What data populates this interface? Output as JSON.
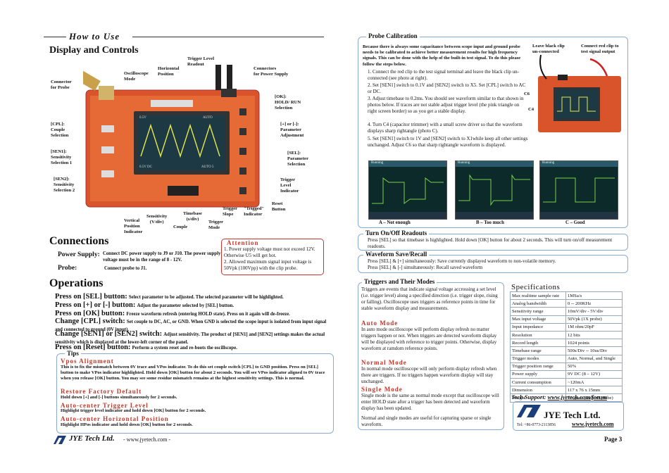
{
  "left": {
    "section_title": "How to Use",
    "display_controls_title": "Display and Controls",
    "labels": {
      "trigger_level_readout": "Trigger Level\nReadout",
      "horizontal_position": "Horizontal\nPosition",
      "oscilloscope_mode": "Oscilloscope\nMode",
      "connectors_power": "Connectors\nfor Power Supply",
      "connector_probe": "Connector\nfor Probe",
      "ok": "[OK]:\nHOLD/ RUN\nSelection",
      "cpl": "[CPL]:\nCouple\nSelection",
      "plus_minus": "[+] or [-]:\nParameter\nAdjustment",
      "sen1": "[SEN1]:\nSensitivity\nSelection 1",
      "sel": "[SEL]:\nParameter\nSelection",
      "sen2": "[SEN2]:\nSensitivity\nSelection 2",
      "trigger_level_indicator": "Trigger\nLevel\nIndicator",
      "reset": "Reset\nButton",
      "trigger_slope": "Trigger\nSlope",
      "trigged_indicator": "\"Trigged\"\nIndicator",
      "timebase": "Timebase\n(s/div)",
      "trigger_mode": "Trigger\nMode",
      "sensitivity": "Sensitivity\n(V/div)",
      "couple": "Couple",
      "vertical_position": "Vertical\nPosition\nIndicator"
    },
    "screen": {
      "top_left": "0.5V",
      "top_right": "AUTO",
      "bottom_left": "0.5V DC",
      "bottom_right": "AUTO 5"
    },
    "connections_title": "Connections",
    "power_supply_key": "Power Supply:",
    "power_supply_val": "Connect DC power supply to J9 or J10. The power supply voltage must be in the range of 8 - 12V.",
    "probe_key": "Probe:",
    "probe_val": "Connect probe to J1.",
    "attention_title": "Attention",
    "attention_items": [
      "1. Power supply voltage must not exceed 12V. Otherwise U5 will get hot.",
      "2. Allowed maximum signal input voltage is 50Vpk (100Vpp) with the clip probe."
    ],
    "operations_title": "Operations",
    "operations": [
      {
        "k": "Press on [SEL] button:",
        "v": "Select parameter to be adjusted. The selected parameter will be highlighted."
      },
      {
        "k": "Press on [+] or [-] button:",
        "v": "Adjust the parameter selected by [SEL] button."
      },
      {
        "k": "Press on [OK] button:",
        "v": "Freeze waveform refresh (entering HOLD state). Press on it again will de-freeze."
      },
      {
        "k": "Change [CPL] switch:",
        "v": "Set couple to DC, AC, or GND. When GND is selected the scope input is isolated from input signal and connected to ground (0V input)."
      },
      {
        "k": "Change [SEN1] or [SEN2] switch:",
        "v": "Adjust sensitivity. The product of [SEN1] and [SEN2] settings makes the actual sensitivity which is displayed at the lower-left corner of the panel."
      },
      {
        "k": "Press on [Reset] button:",
        "v": "Perform a system reset and re-boots the oscillscope."
      }
    ],
    "tips_title": "Tips",
    "tips": [
      {
        "title": "Vpos Alignment",
        "body": "This is to fix the mismatch between 0V trace and VPos indicator. To do this set couple switch [CPL] to GND position. Press on [SEL] button to make VPos indicator highlighted. Hold down [OK] button for about 2 seconds. You will see VPos indicator aligned to 0V trace when you release [OK] button. You may see some residue mismatch remains at the highest sensitivity settings. This is normal."
      },
      {
        "title": "Restore Factory Default",
        "body": "Hold down [+] and [-] buttons simultaneously for 2 seconds."
      },
      {
        "title": "Auto-center Trigger Level",
        "body": "Highlight trigger level indicator and hold down [OK] button for 2 seconds."
      },
      {
        "title": "Auto-center Horizontal Position",
        "body": "Highlight HPos indicator and hold down [OK] button for 2 seconds."
      }
    ],
    "footer_brand": "JYE Tech Ltd.",
    "footer_url": "- www.jyetech.com -"
  },
  "right": {
    "probe_cal_title": "Probe Calibration",
    "probe_cal_intro": "Because there is always some capacitance between scope input and ground probe needs to be calibrated to achieve better measurement results for high frequency signals. This can be done with the help of the built-in test signal. To do this please follow the steps below.",
    "probe_steps": [
      "1. Connect the red clip to the test signal terminal and leave the black clip un-connected (see photo at right).",
      "2. Set [SEN1] switch to 0.1V and [SEN2] switch to X5. Set [CPL] switch to AC or DC.",
      "3. Adjust timebase to 0.2ms. You should see waveform similar to that shown in photos below. If traces are not stable adjust trigger level (the pink triangle on right screen border) so as you get a stable display.",
      "4. Turn C4 (capacitor trimmer) with a small screw driver so that the waveform displays sharp rightangle (photo C).",
      "5. Set [SEN1] switch to 1V and [SEN2] switch to X1while keep all other settings unchanged. Adjust C6 so that sharp rightangle waveform is displayed."
    ],
    "photo_labels": {
      "black_clip": "Leave black clip\nun-connected",
      "red_clip": "Connect red clip to\ntest signal output",
      "c6": "C6",
      "c4": "C4"
    },
    "waveform_captions": [
      "A – Not enough",
      "B – Too much",
      "C – Good"
    ],
    "waveform_header": "Running",
    "onoff_title": "Turn On/Off Readouts",
    "onoff_text": "Press [SEL] so that timebase is highlighted. Hold down [OK] button for about 2 seconds. This will turn on/off measurement readouts.",
    "save_title": "Waveform Save/Recall",
    "save_text": "Press [SEL] & [+] simultaneously: Save currently displayed waveform to non-volatile memory.\nPress [SEL] & [-] simultaneously: Recall saved waveform",
    "triggers_title": "Triggers and Their Modes",
    "triggers_intro": "Triggers are events that indicate signal voltage accrossing a set level (i.e. trigger level) along a specified direction (i.e. trigger slope, rising or falling). Oscilloscope uses triggers as reference points in time for stable waveform display and measurements.",
    "modes": [
      {
        "title": "Auto Mode",
        "body": "In auto mode oscilloscope will perform display refresh no matter triggers happen or not. When triggers are detected waveform display will be displayed with reference to trigger points. Otherwise, display waveform at ramdom reference points."
      },
      {
        "title": "Normal Mode",
        "body": "In normal mode oscilloscope will only perform display refresh when there are triggers. If no triggers happen waveform display will stay unchanged."
      },
      {
        "title": "Single Mode",
        "body": "Single mode is the same as normal mode except that oscilloscope will enter HOLD state after a trigger has been detected and waveform display has been updated."
      }
    ],
    "modes_note": "Normal and single modes are useful for capturing sparse or single waveform.",
    "specs_title": "Specifications",
    "specs": [
      [
        "Max realtime sample rate",
        "1MSa/s"
      ],
      [
        "Analog bandwidth",
        "0 -- 200KHz"
      ],
      [
        "Sensitivity range",
        "10mV/div - 5V/div"
      ],
      [
        "Max input voltage",
        "50Vpk (1X probe)"
      ],
      [
        "Input impedance",
        "1M ohm/20pF"
      ],
      [
        "Resolution",
        "12 bits"
      ],
      [
        "Record length",
        "1024 points"
      ],
      [
        "Timebase range",
        "500s/Div -- 10us/Div"
      ],
      [
        "Trigger modes",
        "Auto, Normal, and Single"
      ],
      [
        "Trigger position range",
        "50%"
      ],
      [
        "Power supply",
        "9V DC (8 – 12V)"
      ],
      [
        "Current consumption",
        "~120mA"
      ],
      [
        "Dimension",
        "117 x 76 x 15mm"
      ],
      [
        "Weight",
        "70 gram (without probe)"
      ]
    ],
    "support_label": "Tech Support:",
    "support_url": "www.jyetech.com/forum",
    "logo_name": "JYE Tech Ltd.",
    "logo_tel": "Tel: +86-0773-2113856",
    "logo_url": "www.jyetech.com",
    "page": "Page 3"
  },
  "colors": {
    "board": "#d9542b",
    "screen": "#1d3a44",
    "trace": "#e8e84a",
    "accent_red": "#c0392b",
    "frame_blue": "#8aaad0"
  }
}
